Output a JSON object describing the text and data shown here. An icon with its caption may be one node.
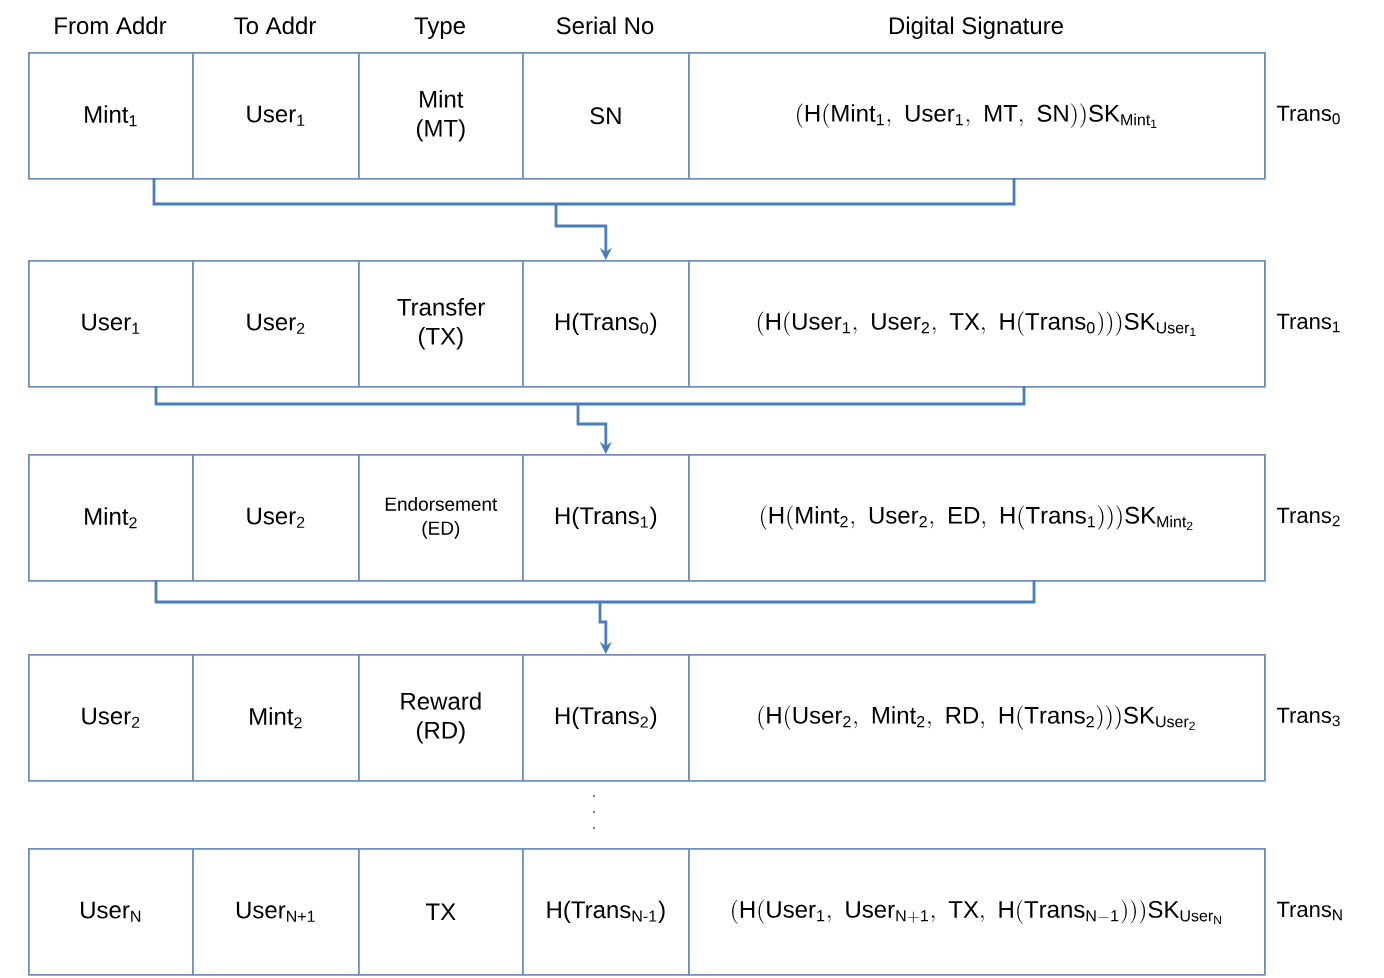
{
  "diagram": {
    "nodes": [
      {
        "text": [],
        "shape": "box",
        "beside": [
          "Trans$_{0}$"
        ]
      },
      {
        "text": [
          "Mint$_{1}$"
        ],
        "in": 0
      },
      {
        "text": [
          "User$_{1}$"
        ],
        "in": 0
      },
      {
        "text": [
          "Mint (MT)"
        ],
        "in": 0
      },
      {
        "text": [
          "SN"
        ],
        "in": 0
      },
      {
        "text": [
          "\\mathrm{(H(Mint_{1},\\ User_{1},\\ MT,\\ SN))SK_{Mint_{1}}}"
        ],
        "in": 0
      },
      {
        "text": [],
        "shape": "box",
        "beside": [
          "Trans$_{1}$"
        ]
      },
      {
        "text": [
          "User$_{1}$"
        ],
        "in": 6
      },
      {
        "text": [
          "User$_{2}$"
        ],
        "in": 6
      },
      {
        "text": [
          "Transfer (TX)"
        ],
        "in": 6
      },
      {
        "text": [
          "H(Trans$_{0}$)"
        ],
        "in": 6
      },
      {
        "text": [
          "\\mathrm{(H(User_{1},\\ User_{2},\\ TX,\\ H(Trans_{0})))SK_{User_{1}}}"
        ],
        "in": 6
      },
      {
        "text": [],
        "shape": "box",
        "beside": [
          "Trans$_{2}$"
        ]
      },
      {
        "text": [
          "Mint$_{2}$"
        ],
        "in": 12
      },
      {
        "text": [
          "User$_{2}$"
        ],
        "in": 12
      },
      {
        "text": [
          "Endorsement (ED)"
        ],
        "in": 12
      },
      {
        "text": [
          "H(Trans$_{1}$)"
        ],
        "in": 12
      },
      {
        "text": [
          "\\mathrm{(H(Mint_{2},\\ User_{2},\\ ED,\\ H(Trans_{1})))SK_{Mint_{2}}}"
        ],
        "in": 12
      },
      {
        "text": [],
        "shape": "box",
        "beside": [
          "Trans$_{3}$"
        ]
      },
      {
        "text": [
          "User$_{2}$"
        ],
        "in": 18
      },
      {
        "text": [
          "Mint$_{2}$"
        ],
        "in": 18
      },
      {
        "text": [
          "Reward (RD)"
        ],
        "in": 18
      },
      {
        "text": [
          "H(Trans$_{2}$)"
        ],
        "in": 18
      },
      {
        "text": [
          "\\mathrm{(H(User_{2},\\ Mint_{2},\\ RD,\\ H(Trans_{2})))SK_{User_{2}}}"
        ],
        "in": 18
      },
      {
        "text": [],
        "shape": "box",
        "beside": [
          "Trans$_{N}$"
        ]
      },
      {
        "text": [
          "User$_{N}$"
        ],
        "in": 24
      },
      {
        "text": [
          "User$_{N+1}$"
        ],
        "in": 24
      },
      {
        "text": [
          "TX"
        ],
        "in": 24
      },
      {
        "text": [
          "H(Trans$_{N-1}$)"
        ],
        "in": 24
      },
      {
        "text": [
          "\\mathrm{(H(User_{1},\\ User_{N+1},\\ TX,\\ H(Trans_{N-1})))SK_{User_{N}}}"
        ],
        "in": 24
      }
    ],
    "edges": [
      {
        "from": 1,
        "to": 10,
        "arrow": "to"
      },
      {
        "from": 5,
        "to": 10,
        "arrow": "to"
      },
      {
        "from": 7,
        "to": 16,
        "arrow": "to"
      },
      {
        "from": 11,
        "to": 16,
        "arrow": "to"
      },
      {
        "from": 13,
        "to": 22,
        "arrow": "to"
      },
      {
        "from": 17,
        "to": 22,
        "arrow": "to"
      }
    ],
    "labels": [
      "From Addr",
      "To Addr",
      "Type",
      "Serial No",
      "Digital Signature"
    ]
  }
}
